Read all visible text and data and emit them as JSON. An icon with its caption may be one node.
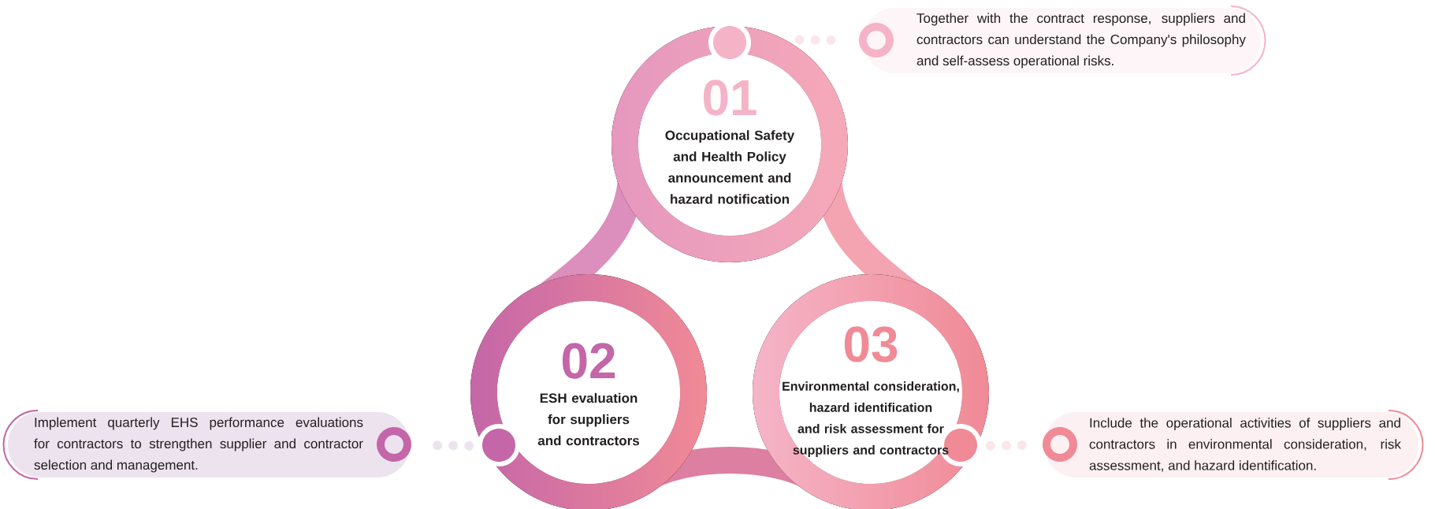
{
  "diagram": {
    "nodes": [
      {
        "text": [
          "01",
          "Occupational Safety and Health Policy announcement and hazard notification"
        ]
      },
      {
        "text": [
          "02",
          "ESH evaluation for suppliers and contractors"
        ]
      },
      {
        "text": [
          "03",
          "Environmental consideration, hazard identification and risk assessment for suppliers and contractors"
        ]
      },
      {
        "text": [
          "Together with the contract response, suppliers and contractors can understand the Company's philosophy and self-assess operational risks."
        ]
      },
      {
        "text": [
          "Implement quarterly EHS performance evaluations for contractors to strengthen supplier and contractor selection and management."
        ]
      },
      {
        "text": [
          "Include the operational activities of suppliers and contractors in environmental consideration, risk assessment, and hazard identification."
        ]
      }
    ],
    "edges": [
      {
        "from": 0,
        "to": 3,
        "arrow": "none",
        "style": "dashed"
      },
      {
        "from": 1,
        "to": 4,
        "arrow": "none",
        "style": "dashed"
      },
      {
        "from": 2,
        "to": 5,
        "arrow": "none",
        "style": "dashed"
      }
    ]
  }
}
